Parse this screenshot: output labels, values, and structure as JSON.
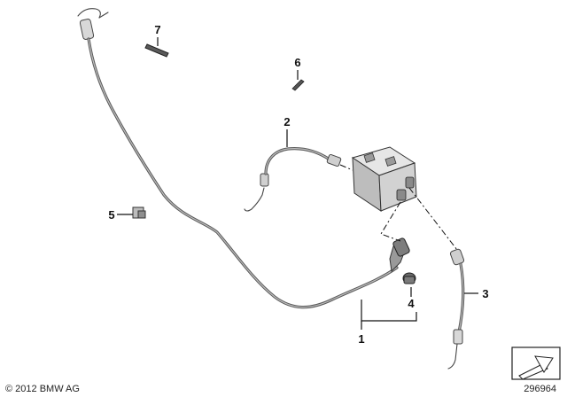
{
  "diagram": {
    "parts": [
      {
        "id": "part-1",
        "number": "1"
      },
      {
        "id": "part-2",
        "number": "2"
      },
      {
        "id": "part-3",
        "number": "3"
      },
      {
        "id": "part-4",
        "number": "4"
      },
      {
        "id": "part-5",
        "number": "5"
      },
      {
        "id": "part-6",
        "number": "6"
      },
      {
        "id": "part-7",
        "number": "7"
      }
    ],
    "copyright": "© 2012 BMW AG",
    "diagram_number": "296964"
  }
}
